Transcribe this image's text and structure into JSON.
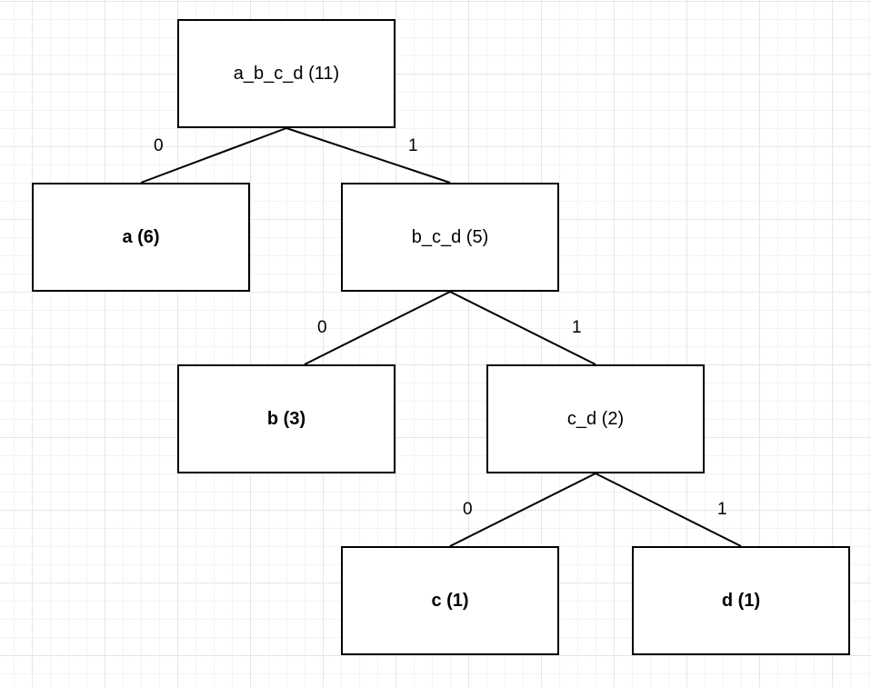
{
  "nodes": {
    "root": "a_b_c_d (11)",
    "a": "a (6)",
    "bcd": "b_c_d (5)",
    "b": "b (3)",
    "cd": "c_d (2)",
    "c": "c (1)",
    "d": "d (1)"
  },
  "edges": {
    "root_a": "0",
    "root_bcd": "1",
    "bcd_b": "0",
    "bcd_cd": "1",
    "cd_c": "0",
    "cd_d": "1"
  },
  "colors": {
    "stroke": "#000000",
    "grid": "#e6e6e6",
    "background": "#ffffff"
  }
}
